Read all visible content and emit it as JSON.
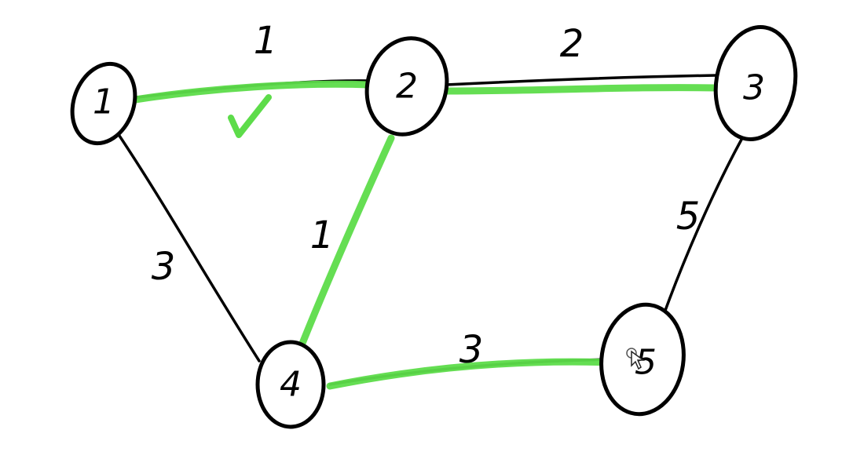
{
  "diagram": {
    "colors": {
      "highlight": "#5ddc4a",
      "ink": "#000000",
      "background": "#ffffff"
    },
    "nodes": [
      {
        "id": "1",
        "label": "1"
      },
      {
        "id": "2",
        "label": "2"
      },
      {
        "id": "3",
        "label": "3"
      },
      {
        "id": "4",
        "label": "4"
      },
      {
        "id": "5",
        "label": "5"
      }
    ],
    "edges": [
      {
        "id": "e12",
        "from": "1",
        "to": "2",
        "weight": "1",
        "highlighted": true,
        "checked": true
      },
      {
        "id": "e23",
        "from": "2",
        "to": "3",
        "weight": "2",
        "highlighted": true,
        "checked": false
      },
      {
        "id": "e14",
        "from": "1",
        "to": "4",
        "weight": "3",
        "highlighted": false,
        "checked": false
      },
      {
        "id": "e24",
        "from": "2",
        "to": "4",
        "weight": "1",
        "highlighted": true,
        "checked": false
      },
      {
        "id": "e35",
        "from": "3",
        "to": "5",
        "weight": "5",
        "highlighted": false,
        "checked": false
      },
      {
        "id": "e45",
        "from": "4",
        "to": "5",
        "weight": "3",
        "highlighted": true,
        "checked": false
      }
    ],
    "icons": {
      "check": "check-mark-icon",
      "cursor": "mouse-pointer-icon"
    }
  }
}
